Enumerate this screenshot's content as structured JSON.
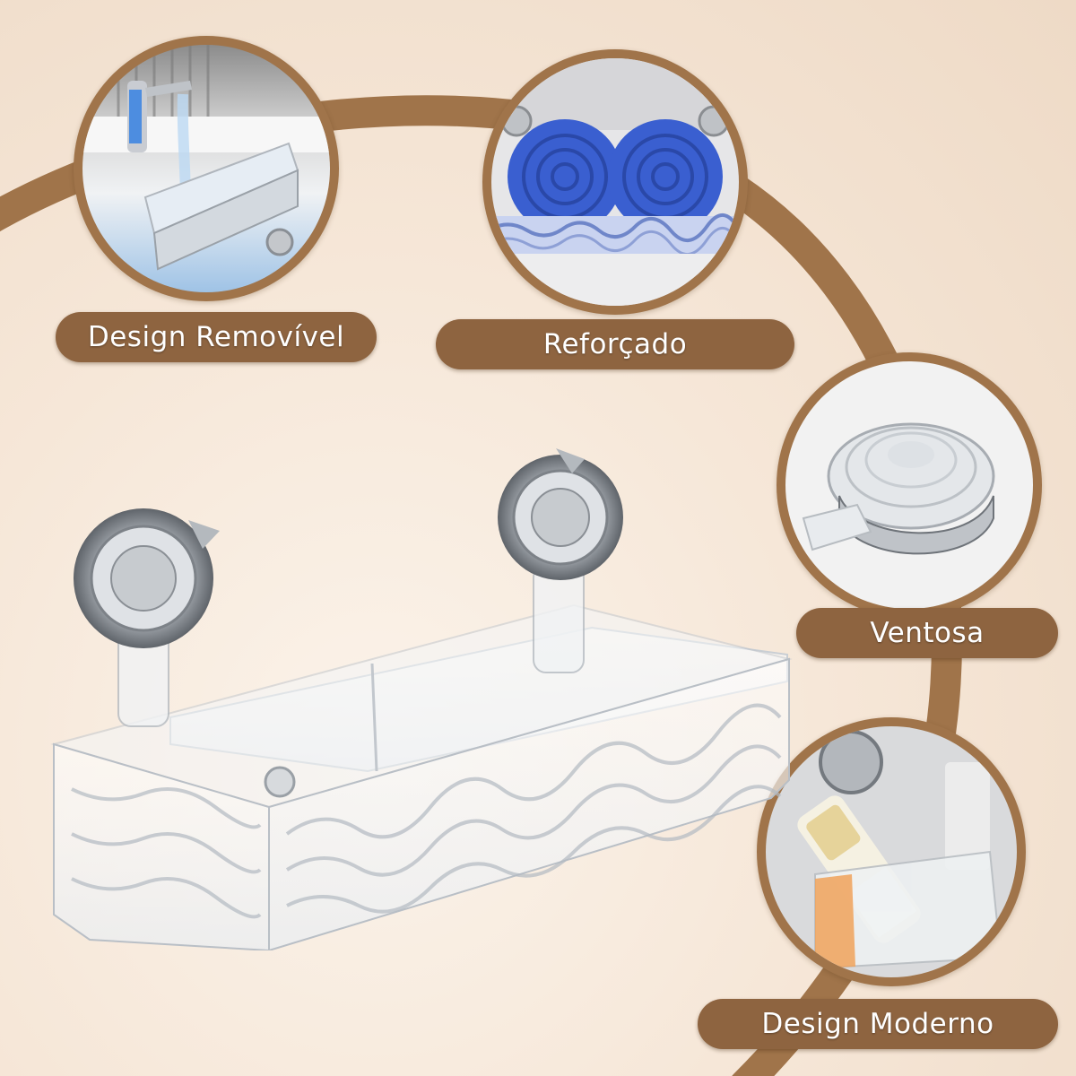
{
  "colors": {
    "arc": "#a0744a",
    "pill": "#8e6440",
    "pill_text": "#ffffff",
    "background": "#f6e7d8"
  },
  "features": [
    {
      "label": "Design Removível",
      "image": "faucet-water-shelf-closeup"
    },
    {
      "label": "Reforçado",
      "image": "blue-suction-pads-closeup"
    },
    {
      "label": "Ventosa",
      "image": "suction-cup-closeup"
    },
    {
      "label": "Design Moderno",
      "image": "shelf-with-bottles-closeup"
    }
  ],
  "product": {
    "image": "clear-wavy-acrylic-shower-shelf-with-two-suction-cups"
  }
}
